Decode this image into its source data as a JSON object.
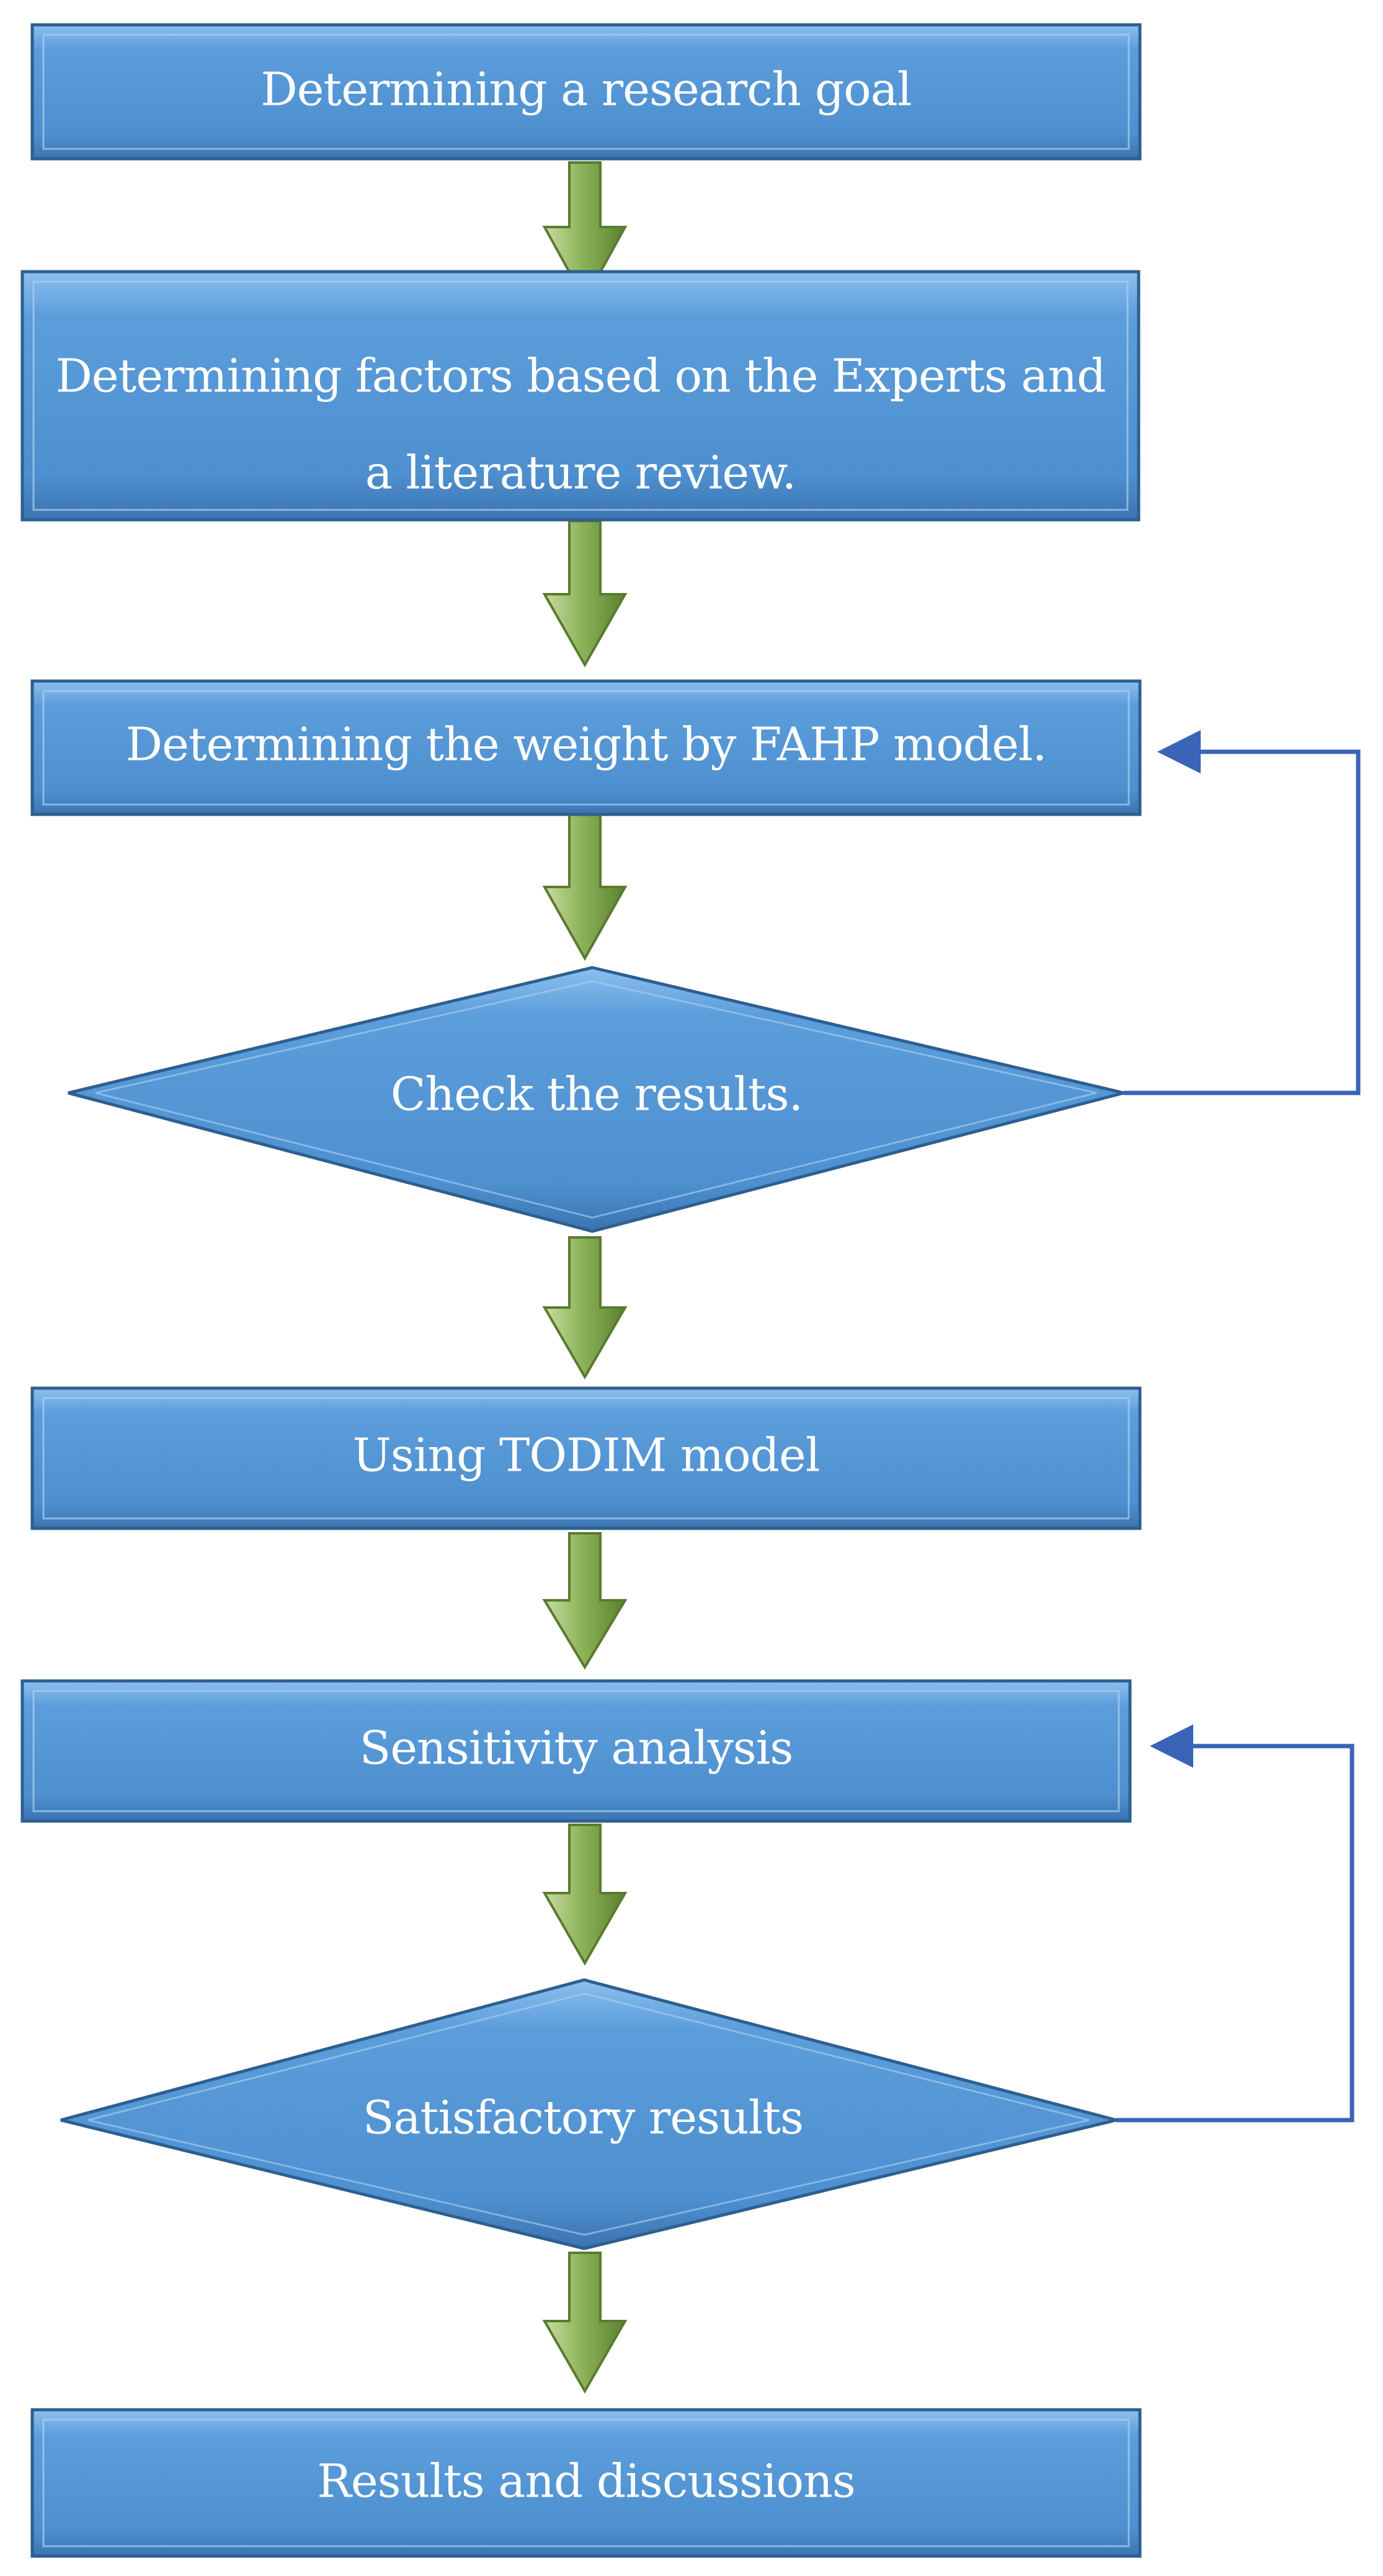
{
  "diagram": {
    "nodes": [
      {
        "id": "goal",
        "shape": "process",
        "lines": [
          "Determining a research goal"
        ]
      },
      {
        "id": "factors",
        "shape": "process",
        "lines": [
          "Determining factors based on the Experts and",
          "a literature review."
        ]
      },
      {
        "id": "weight",
        "shape": "process",
        "lines": [
          "Determining the weight by FAHP model."
        ]
      },
      {
        "id": "check",
        "shape": "decision",
        "lines": [
          "Check the results."
        ]
      },
      {
        "id": "todim",
        "shape": "process",
        "lines": [
          "Using TODIM model"
        ]
      },
      {
        "id": "sensitivity",
        "shape": "process",
        "lines": [
          "Sensitivity analysis"
        ]
      },
      {
        "id": "satisfactory",
        "shape": "decision",
        "lines": [
          "Satisfactory results"
        ]
      },
      {
        "id": "results",
        "shape": "process",
        "lines": [
          "Results and discussions"
        ]
      }
    ],
    "edges": [
      {
        "from": "goal",
        "to": "factors",
        "style": "block-arrow"
      },
      {
        "from": "factors",
        "to": "weight",
        "style": "block-arrow"
      },
      {
        "from": "weight",
        "to": "check",
        "style": "block-arrow"
      },
      {
        "from": "check",
        "to": "todim",
        "style": "block-arrow"
      },
      {
        "from": "todim",
        "to": "sensitivity",
        "style": "block-arrow"
      },
      {
        "from": "sensitivity",
        "to": "satisfactory",
        "style": "block-arrow"
      },
      {
        "from": "satisfactory",
        "to": "results",
        "style": "block-arrow"
      },
      {
        "from": "check",
        "to": "weight",
        "style": "feedback-line"
      },
      {
        "from": "satisfactory",
        "to": "sensitivity",
        "style": "feedback-line"
      }
    ]
  },
  "colors": {
    "box_fill": "#5b9bd5",
    "box_border": "#2e5f8f",
    "text": "#ffffff",
    "arrow_fill": "#8fb35a",
    "arrow_border": "#5a7a2e",
    "feedback_line": "#3a64b8"
  }
}
